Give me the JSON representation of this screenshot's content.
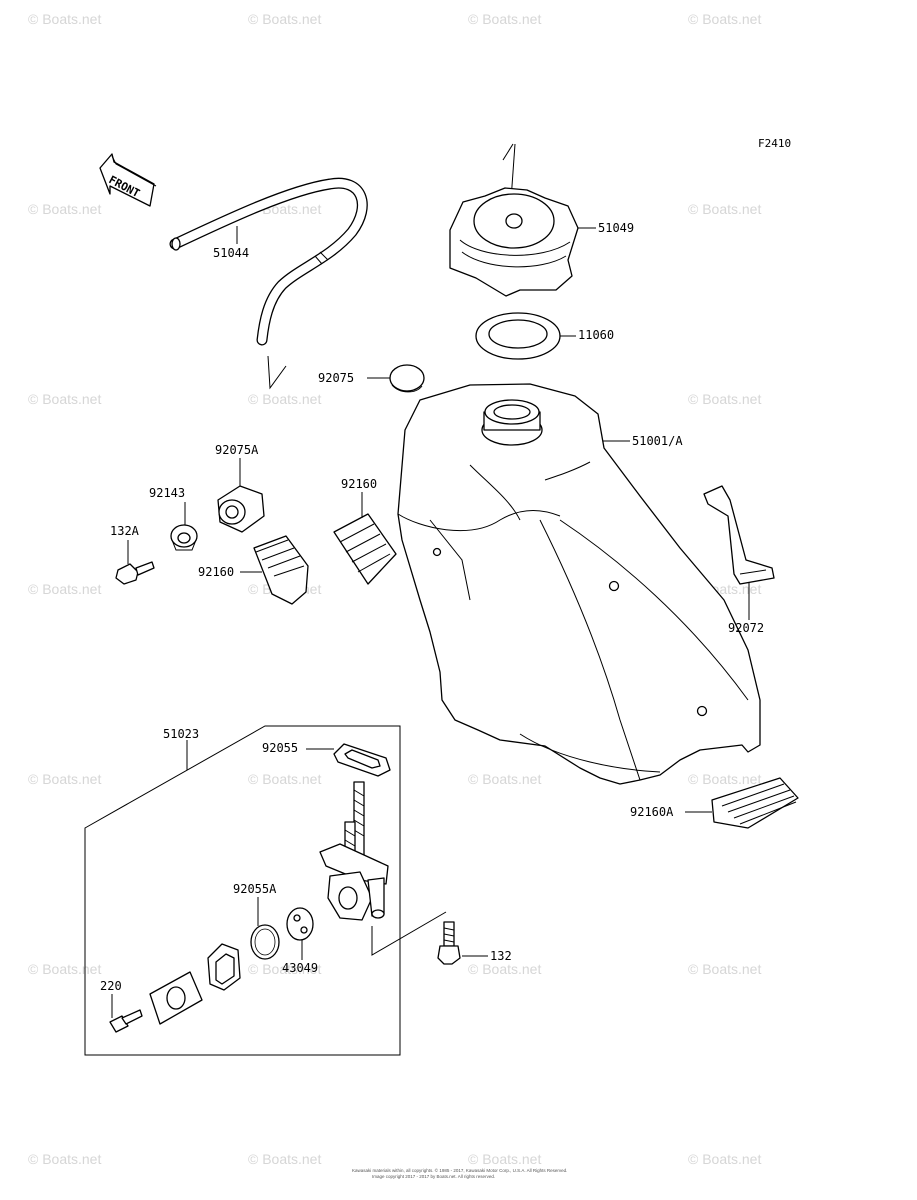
{
  "diagram": {
    "figure_code": "F2410",
    "front_label": "FRONT",
    "watermark": "© Boats.net",
    "copyright_lines": [
      "Kawasaki materials within, all copyrights. © 1985 - 2017, Kawasaki Motor Corp., U.S.A. All Rights Reserved.",
      "Image copyright 2017 - 2017 by Boats.net. All rights reserved."
    ],
    "parts": {
      "p51044": "51044",
      "p51049": "51049",
      "p11060": "11060",
      "p92075": "92075",
      "p51001A": "51001/A",
      "p92075A": "92075A",
      "p92143": "92143",
      "p132A": "132A",
      "p92160_left": "92160",
      "p92160_top": "92160",
      "p92072": "92072",
      "p92160A": "92160A",
      "p51023": "51023",
      "p92055": "92055",
      "p92055A": "92055A",
      "p43049": "43049",
      "p220": "220",
      "p132": "132"
    }
  }
}
